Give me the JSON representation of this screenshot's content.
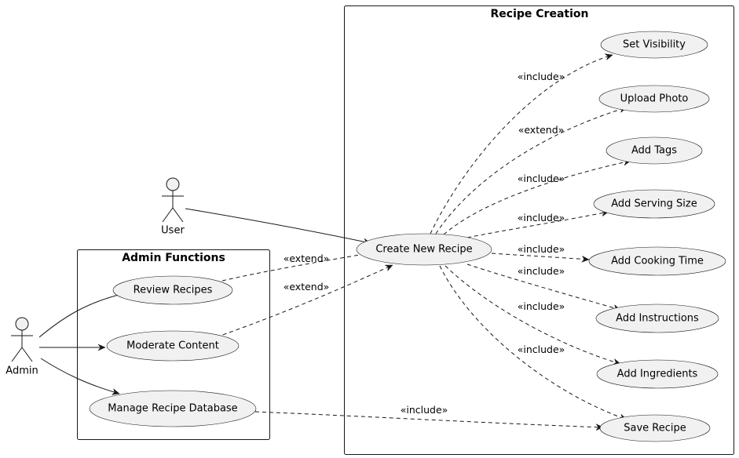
{
  "packages": {
    "recipe_creation": "Recipe Creation",
    "admin_functions": "Admin Functions"
  },
  "actors": {
    "user": "User",
    "admin": "Admin"
  },
  "use_cases": {
    "set_visibility": "Set Visibility",
    "upload_photo": "Upload Photo",
    "add_tags": "Add Tags",
    "add_serving_size": "Add Serving Size",
    "create_new_recipe": "Create New Recipe",
    "add_cooking_time": "Add Cooking Time",
    "add_instructions": "Add Instructions",
    "add_ingredients": "Add Ingredients",
    "save_recipe": "Save Recipe",
    "review_recipes": "Review Recipes",
    "moderate_content": "Moderate Content",
    "manage_recipe_database": "Manage Recipe Database"
  },
  "relations": {
    "to_set_visibility": "«include»",
    "to_upload_photo": "«extend»",
    "to_add_tags": "«include»",
    "to_add_serving_size": "«include»",
    "to_add_cooking_time": "«include»",
    "to_add_instructions": "«include»",
    "to_add_ingredients": "«include»",
    "to_save_recipe": "«include»",
    "review_extend": "«extend»",
    "moderate_extend": "«extend»",
    "manage_include": "«include»"
  }
}
